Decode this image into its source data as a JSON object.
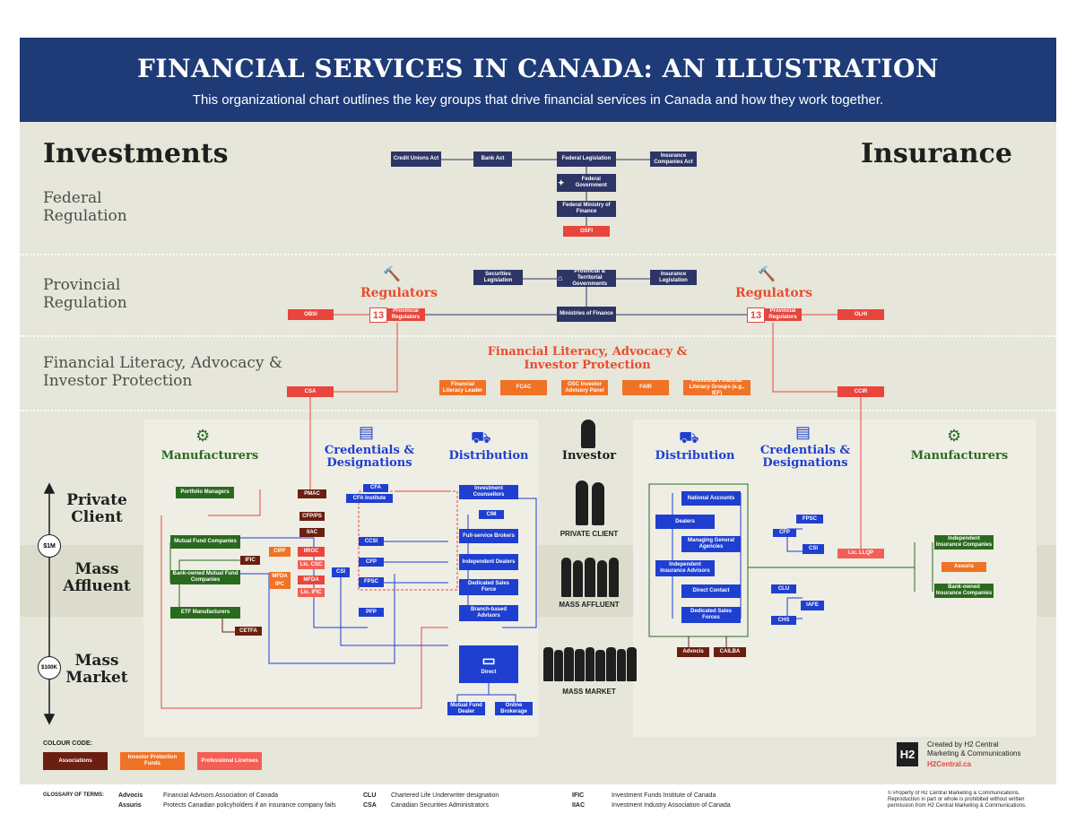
{
  "header": {
    "title": "FINANCIAL SERVICES IN CANADA: AN ILLUSTRATION",
    "subtitle": "This organizational chart outlines the key groups that drive financial services in Canada and how they work together."
  },
  "sections": {
    "investments": "Investments",
    "insurance": "Insurance",
    "federal": "Federal Regulation",
    "provincial": "Provincial Regulation",
    "literacy": "Financial Literacy, Advocacy & Investor Protection"
  },
  "federal_boxes": {
    "credit_unions_act": "Credit Unions Act",
    "bank_act": "Bank Act",
    "federal_legislation": "Federal Legislation",
    "insurance_companies_act": "Insurance Companies Act",
    "federal_government": "Federal Government",
    "federal_ministry": "Federal Ministry of Finance",
    "osfi": "OSFI"
  },
  "provincial_boxes": {
    "securities_legislation": "Securities Legislation",
    "provincial_governments": "Provincial & Territorial Governments",
    "insurance_legislation": "Insurance Legislation",
    "ministries": "Ministries of Finance",
    "regulators_left": "Regulators",
    "regulators_right": "Regulators",
    "count_left": "13",
    "count_right": "13",
    "provincial_regulators_left": "Provincial Regulators",
    "provincial_regulators_right": "Provincial Regulators",
    "obsi": "OBSI",
    "olhi": "OLHI"
  },
  "literacy": {
    "heading": "Financial Literacy, Advocacy & Investor Protection",
    "items": [
      "Financial Literacy Leader",
      "FCAC",
      "OSC Investor Advisory Panel",
      "FAIR",
      "Provincial Financial Literacy Groups (e.g., IEF)"
    ],
    "csa": "CSA",
    "ccir": "CCIR"
  },
  "columns": {
    "manufacturers_left": "Manufacturers",
    "credentials_left": "Credentials & Designations",
    "distribution_left": "Distribution",
    "investor": "Investor",
    "distribution_right": "Distribution",
    "credentials_right": "Credentials & Designations",
    "manufacturers_right": "Manufacturers"
  },
  "tiers": {
    "private": "Private Client",
    "mass_affluent": "Mass Affluent",
    "mass_market": "Mass Market",
    "scale_top": "$1M",
    "scale_bottom": "$100K"
  },
  "investor_labels": {
    "private": "PRIVATE CLIENT",
    "mass_affluent": "MASS AFFLUENT",
    "mass_market": "MASS MARKET"
  },
  "inv_manufacturers": {
    "portfolio_managers": "Portfolio Managers",
    "mutual_fund": "Mutual Fund Companies",
    "bank_owned": "Bank-owned Mutual Fund Companies",
    "etf": "ETF Manufacturers"
  },
  "inv_small": {
    "pmac": "PMAC",
    "cfps": "CFP/PS",
    "iiac": "IIAC",
    "ific": "IFIC",
    "cipf": "CIPF",
    "iiroc": "IIROC",
    "lic_csc": "Lic. CSC",
    "mfda": "MFDA",
    "ipc": "IPC",
    "mfda2": "MFDA",
    "lic_ific": "Lic. IFIC",
    "cetfa": "CETFA",
    "csi": "CSI",
    "cfa": "CFA",
    "cfa_institute": "CFA Institute",
    "ccsi": "CCSI",
    "cfp": "CFP",
    "fpsc": "FPSC",
    "pfp": "PFP",
    "cim": "CIM"
  },
  "inv_distribution": {
    "investment_counsellors": "Investment Counsellors",
    "full_service": "Full-service Brokers",
    "independent_dealers": "Independent Dealers",
    "dedicated_sales": "Dedicated Sales Force",
    "branch_advisors": "Branch-based Advisors",
    "direct": "Direct",
    "mutual_fund_dealer": "Mutual Fund Dealer",
    "online_brokerage": "Online Brokerage"
  },
  "ins_distribution": {
    "national_accounts": "National Accounts",
    "dealers": "Dealers",
    "mga": "Managing General Agencies",
    "independent_advisors": "Independent Insurance Advisors",
    "direct_contact": "Direct Contact",
    "dedicated_sales": "Dedicated Sales Forces",
    "advocis": "Advocis",
    "camsa": "CAILBA"
  },
  "ins_credentials": {
    "fpsc": "FPSC",
    "cfp": "CFP",
    "csi": "CSI",
    "clu": "CLU",
    "iafe": "IAFE",
    "chs": "CHS",
    "lic_llqp": "Lic. LLQP"
  },
  "ins_manufacturers": {
    "independent": "Independent Insurance Companies",
    "assuris": "Assuris",
    "bank_owned": "Bank-owned Insurance Companies"
  },
  "colour_code": {
    "label": "COLOUR CODE:",
    "associations": "Associations",
    "investor_protection": "Investor Protection Funds",
    "professional": "Professional Licenses"
  },
  "credit": {
    "created_by": "Created by H2 Central Marketing & Communications",
    "url": "H2Central.ca",
    "logo": "H2",
    "copyright": "© Property of H2 Central Marketing & Communications. Reproduction in part or whole is prohibited without written permission from H2 Central Marketing & Communications."
  },
  "glossary": {
    "label": "GLOSSARY OF TERMS:",
    "entries": [
      {
        "term": "Advocis",
        "def": "Financial Advisors Association of Canada"
      },
      {
        "term": "Assuris",
        "def": "Protects Canadian policyholders if an insurance company fails"
      },
      {
        "term": "CLU",
        "def": "Chartered Life Underwriter designation"
      },
      {
        "term": "CSA",
        "def": "Canadian Securities Administrators"
      },
      {
        "term": "IFIC",
        "def": "Investment Funds Institute of Canada"
      },
      {
        "term": "IIAC",
        "def": "Investment Industry Association of Canada"
      }
    ]
  },
  "colors": {
    "navy": "#1e3b78",
    "blue": "#1f3fd0",
    "green": "#2a6a1e",
    "red": "#e8453c",
    "orange": "#f07224",
    "brown": "#6a1f10"
  }
}
